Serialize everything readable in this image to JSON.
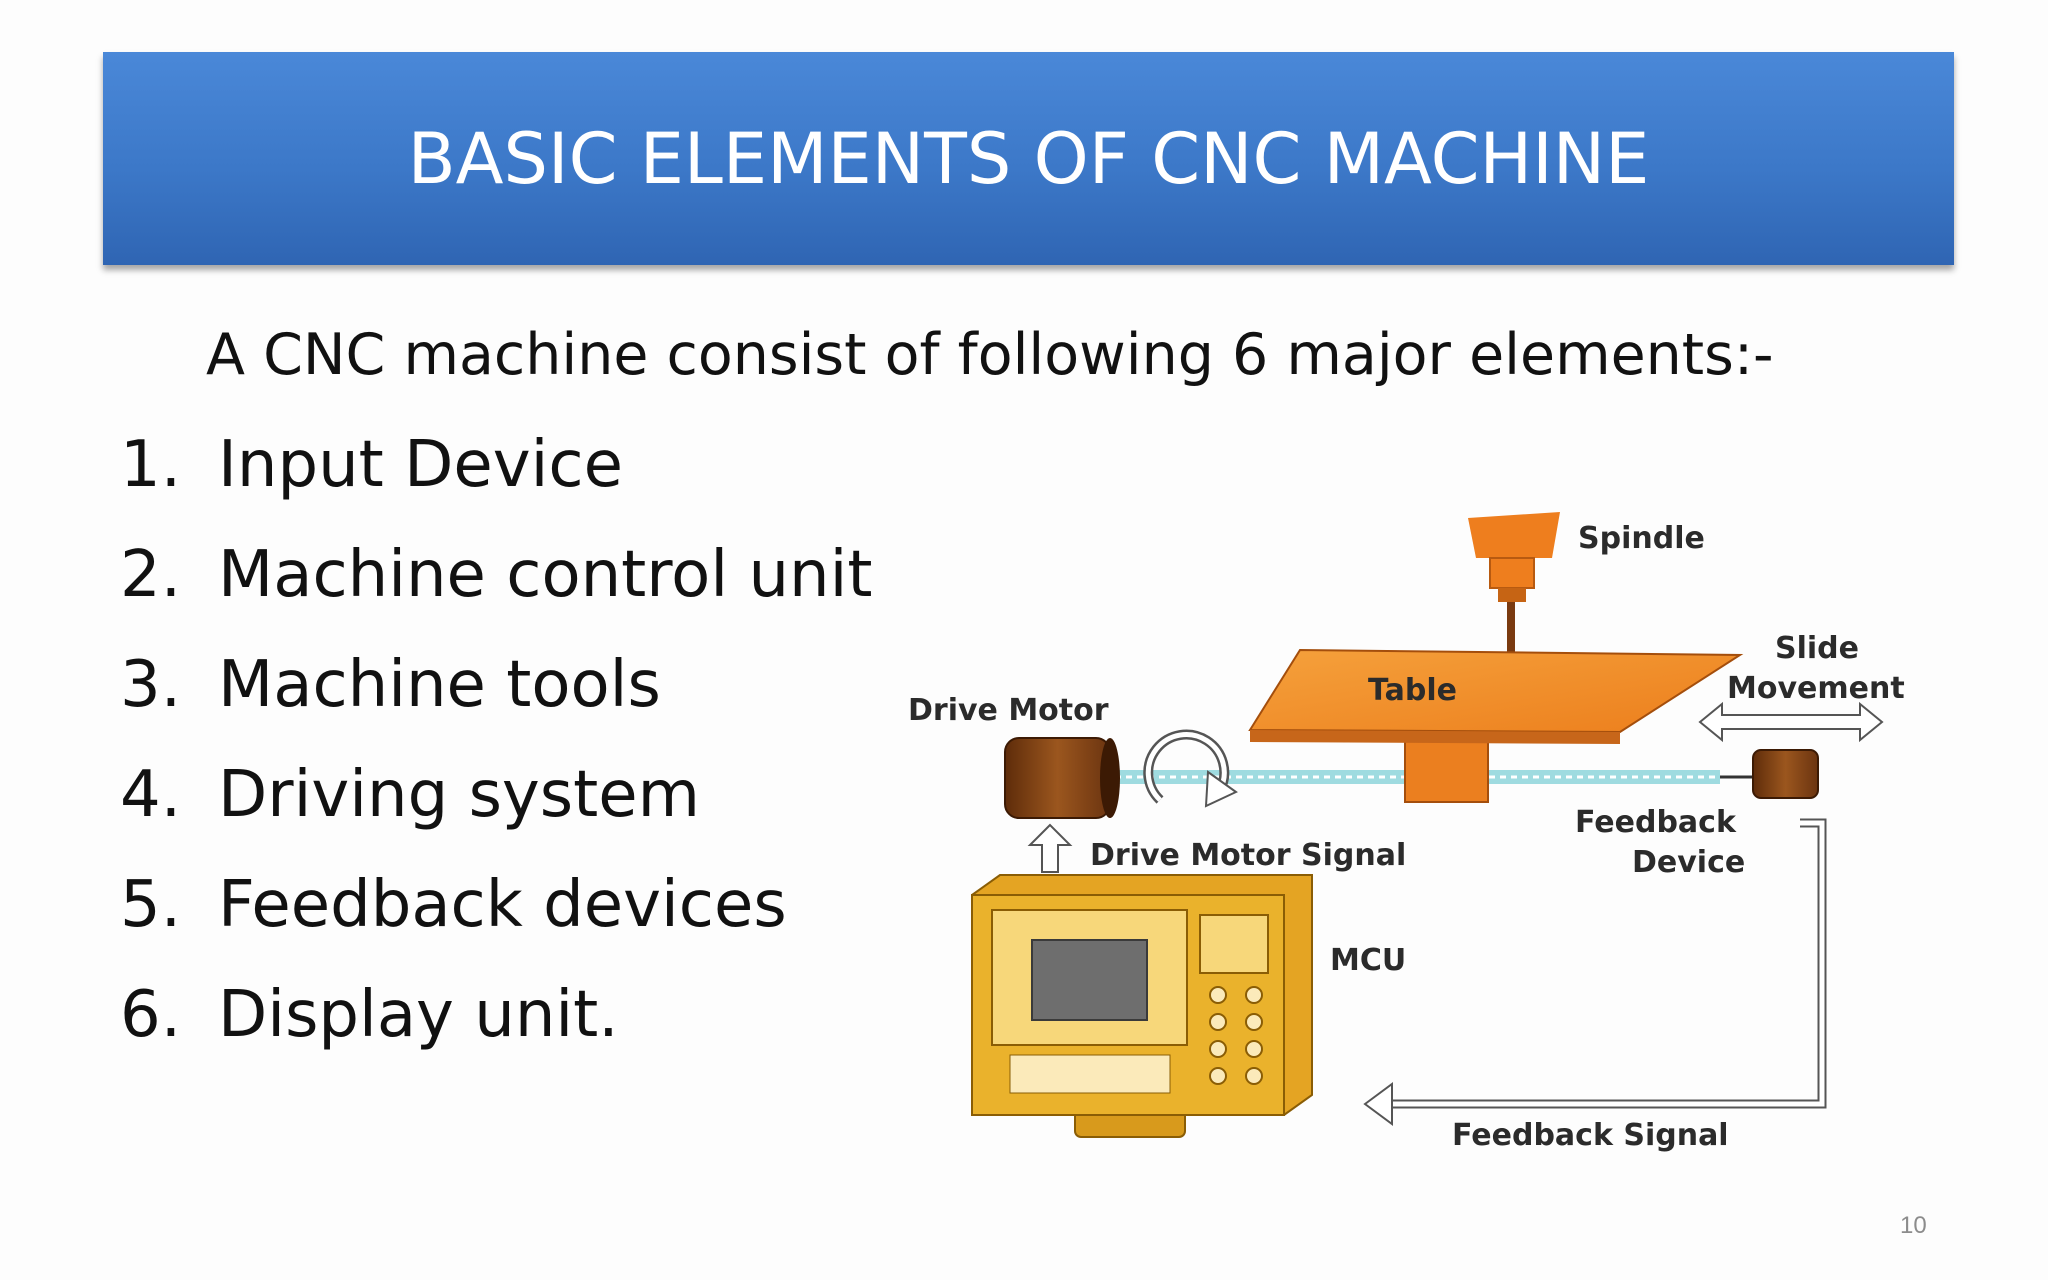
{
  "slide": {
    "title": "BASIC ELEMENTS OF CNC MACHINE",
    "intro": "A CNC machine consist of following 6 major elements:-",
    "elements": [
      {
        "number": "1.",
        "label": "Input Device"
      },
      {
        "number": "2.",
        "label": "Machine control unit"
      },
      {
        "number": "3.",
        "label": "Machine tools"
      },
      {
        "number": "4.",
        "label": "Driving system"
      },
      {
        "number": "5.",
        "label": "Feedback devices"
      },
      {
        "number": "6.",
        "label": "Display unit."
      }
    ],
    "page_number": "10"
  },
  "diagram": {
    "labels": {
      "spindle": "Spindle",
      "table": "Table",
      "slide_line1": "Slide",
      "slide_line2": "Movement",
      "drive_motor": "Drive Motor",
      "feedback_device_line1": "Feedback",
      "feedback_device_line2": "Device",
      "drive_motor_signal": "Drive Motor Signal",
      "mcu": "MCU",
      "feedback_signal": "Feedback Signal"
    },
    "colors": {
      "table": "#f0882a",
      "motor": "#8c4a18",
      "mcu_body": "#eab22c",
      "screw": "#9fdbe0"
    }
  }
}
